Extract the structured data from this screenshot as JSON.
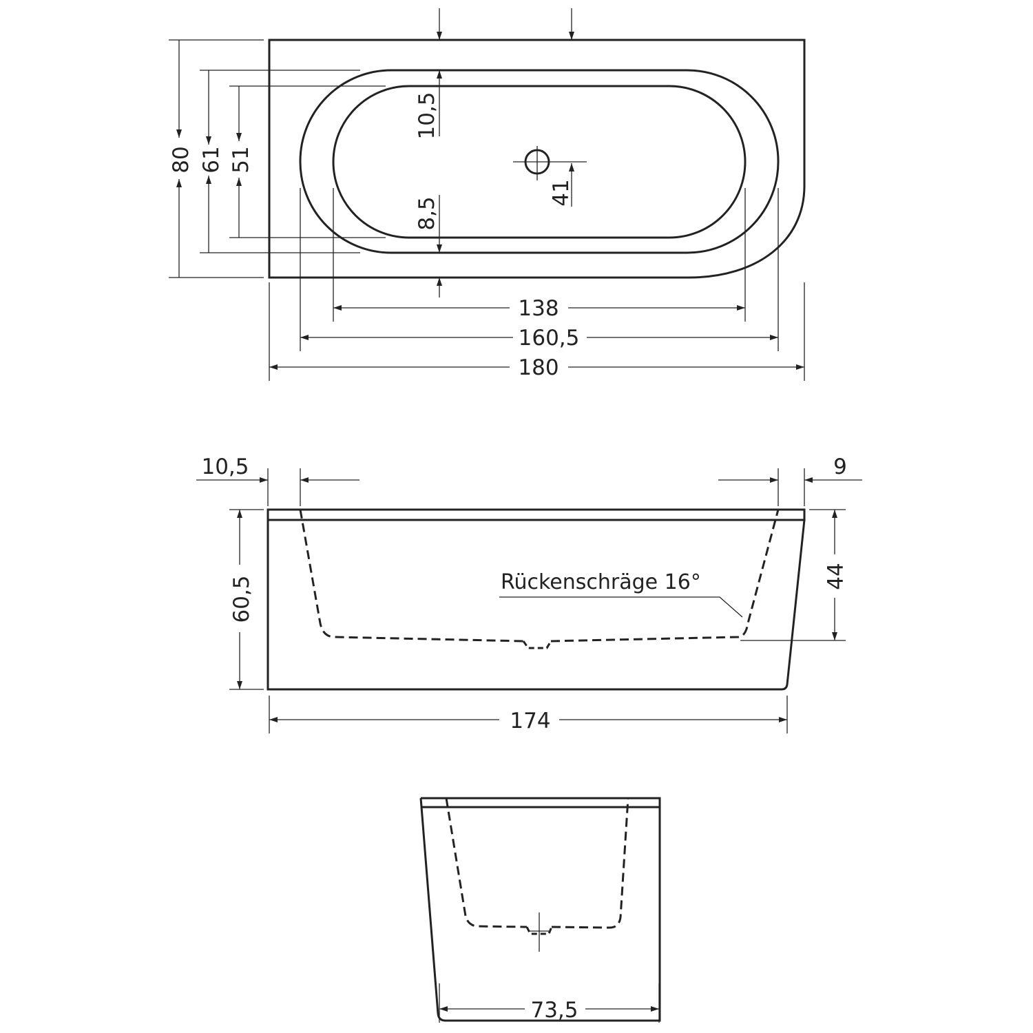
{
  "top_view": {
    "dims": {
      "overall_width": "80",
      "inner_width": "61",
      "bottom_width": "51",
      "rim_top": "10,5",
      "rim_bottom": "8,5",
      "drain_offset": "41",
      "bottom_length": "138",
      "inner_length": "160,5",
      "overall_length": "180"
    }
  },
  "side_view": {
    "dims": {
      "left_rim": "10,5",
      "right_rim": "9",
      "height": "60,5",
      "inner_depth": "44",
      "base_length": "174"
    },
    "note": "Rückenschräge 16°"
  },
  "front_view": {
    "dims": {
      "base_width": "73,5"
    }
  },
  "colors": {
    "line": "#222222",
    "background": "#ffffff"
  }
}
